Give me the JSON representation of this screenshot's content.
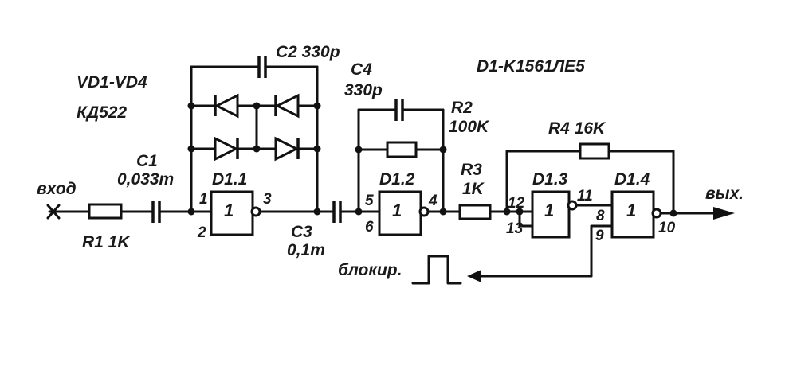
{
  "labels": {
    "input": "вход",
    "output": "вых.",
    "diodes": "VD1-VD4",
    "diode_type": "КД522",
    "chip": "D1-K1561ЛЕ5",
    "block": "блокир.",
    "r1": "R1 1K",
    "c1_name": "C1",
    "c1_value": "0,033m",
    "c2": "C2 330p",
    "c3_name": "C3",
    "c3_value": "0,1m",
    "c4_name": "C4",
    "c4_value": "330p",
    "r2_name": "R2",
    "r2_value": "100K",
    "r3_name": "R3",
    "r3_value": "1K",
    "r4": "R4 16K"
  },
  "gates": [
    {
      "name": "D1.1",
      "symbol": "1",
      "pins": [
        "1",
        "2",
        "3"
      ]
    },
    {
      "name": "D1.2",
      "symbol": "1",
      "pins": [
        "5",
        "6",
        "4"
      ]
    },
    {
      "name": "D1.3",
      "symbol": "1",
      "pins": [
        "12",
        "13",
        "11"
      ]
    },
    {
      "name": "D1.4",
      "symbol": "1",
      "pins": [
        "8",
        "9",
        "10"
      ]
    }
  ]
}
